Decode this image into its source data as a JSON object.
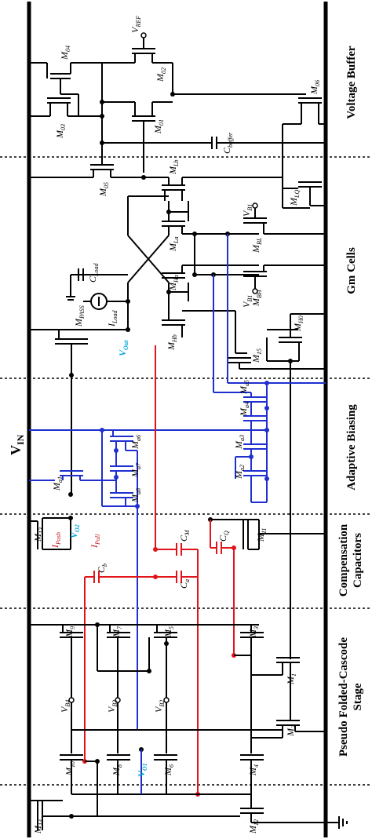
{
  "supply_label": "V",
  "supply_sub": "IN",
  "sections": [
    {
      "id": "voltage-buffer",
      "label": "Voltage Buffer"
    },
    {
      "id": "gm-cells",
      "label": "Gm Cells"
    },
    {
      "id": "adaptive-biasing",
      "label": "Adaptive Biasing"
    },
    {
      "id": "compensation-1",
      "label": "Compensation"
    },
    {
      "id": "compensation-2",
      "label": "Capacitors"
    },
    {
      "id": "pseudo-1",
      "label": "Pseudo Folded-Cascode"
    },
    {
      "id": "pseudo-2",
      "label": "Stage"
    }
  ],
  "labels": {
    "vref": "V",
    "vref_sub": "REF",
    "m04": "M",
    "m04_sub": "04",
    "m02": "M",
    "m02_sub": "02",
    "m03": "M",
    "m03_sub": "03",
    "m01": "M",
    "m01_sub": "01",
    "m06": "M",
    "m06_sub": "06",
    "cbuffer": "C",
    "cbuffer_sub": "buffer",
    "m05": "M",
    "m05_sub": "05",
    "mlb": "M",
    "mlb_sub": "Lb",
    "mlq": "M",
    "mlq_sub": "LQ",
    "vb1a": "V",
    "vb1a_sub": "B1",
    "mla": "M",
    "mla_sub": "La",
    "mbl": "M",
    "mbl_sub": "BL",
    "cload": "C",
    "cload_sub": "Load",
    "mha": "M",
    "mha_sub": "Ha",
    "mbh": "M",
    "mbh_sub": "BH",
    "iload": "I",
    "iload_sub": "Load",
    "vb1b": "V",
    "vb1b_sub": "B1",
    "mpass": "M",
    "mpass_sub": "PASS",
    "vout": "V",
    "vout_sub": "Out",
    "mhb": "M",
    "mhb_sub": "Hb",
    "mh0": "M",
    "mh0_sub": "H0",
    "m15": "M",
    "m15_sub": "15",
    "ma5": "M",
    "ma5_sub": "a5",
    "ma4": "M",
    "ma4_sub": "a4",
    "ma6": "M",
    "ma6_sub": "a6",
    "ma3": "M",
    "ma3_sub": "a3",
    "ma7": "M",
    "ma7_sub": "a7",
    "ma1": "M",
    "ma1_sub": "a1",
    "ma2": "M",
    "ma2_sub": "a2",
    "ma8": "M",
    "ma8_sub": "a8",
    "m13": "M",
    "m13_sub": "13",
    "ipush": "I",
    "ipush_sub": "Push",
    "vo2": "V",
    "vo2_sub": "O2",
    "ipull": "I",
    "ipull_sub": "Pull",
    "m11": "M",
    "m11_sub": "11",
    "cm": "C",
    "cm_sub": "M",
    "cq": "C",
    "cq_sub": "Q",
    "cb": "C",
    "cb_sub": "b",
    "ca": "C",
    "ca_sub": "a",
    "m9": "M",
    "m9_sub": "9",
    "m7": "M",
    "m7_sub": "7",
    "m5": "M",
    "m5_sub": "5",
    "m3": "M",
    "m3_sub": "3",
    "m1": "M",
    "m1_sub": "1",
    "vb4": "V",
    "vb4_sub": "B4",
    "vb3": "V",
    "vb3_sub": "B3",
    "vb2": "V",
    "vb2_sub": "B2",
    "m2": "M",
    "m2_sub": "2",
    "m10": "M",
    "m10_sub": "10",
    "m8": "M",
    "m8_sub": "8",
    "vo1": "V",
    "vo1_sub": "O1",
    "m6": "M",
    "m6_sub": "6",
    "m4": "M",
    "m4_sub": "4",
    "m14": "M",
    "m14_sub": "14",
    "m12": "M",
    "m12_sub": "12"
  },
  "colors": {
    "wire": "#000000",
    "blue_net": "#1f2fd0",
    "red_net": "#e0141a",
    "vout_label": "#00a6d6",
    "current_label": "#c0141a"
  }
}
